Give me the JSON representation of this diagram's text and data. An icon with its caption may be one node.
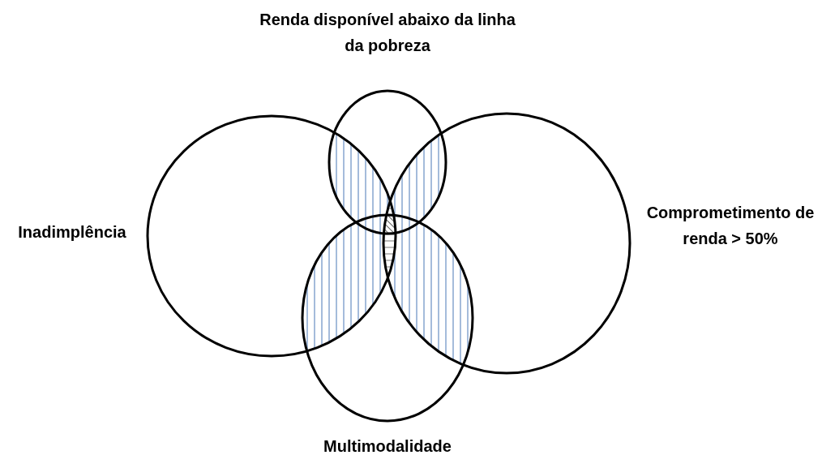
{
  "diagram": {
    "nodes": [
      {
        "text": [
          "Renda disponível abaixo da linha da pobreza"
        ]
      },
      {
        "text": [
          "Inadimplência"
        ]
      },
      {
        "text": [
          "Comprometimento de renda > 50%"
        ]
      },
      {
        "text": [
          "Multimodalidade"
        ]
      }
    ]
  }
}
